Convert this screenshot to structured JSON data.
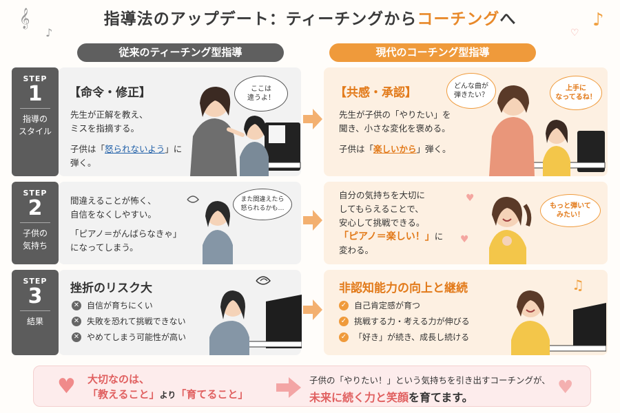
{
  "title": {
    "main": "指導法のアップデート：ティーチングから",
    "accent": "コーチング",
    "tail": "へ"
  },
  "columns": {
    "old": "従来のティーチング型指導",
    "new": "現代のコーチング型指導"
  },
  "steps": [
    {
      "word": "STEP",
      "num": "1",
      "label1": "指導の",
      "label2": "スタイル"
    },
    {
      "word": "STEP",
      "num": "2",
      "label1": "子供の",
      "label2": "気持ち"
    },
    {
      "word": "STEP",
      "num": "3",
      "label1": "結果",
      "label2": ""
    }
  ],
  "row1": {
    "old_head": "【命令・修正】",
    "old_line1": "先生が正解を教え、",
    "old_line2": "ミスを指摘する。",
    "old_line3a": "子供は「",
    "old_line3b": "怒られないよう",
    "old_line3c": "」に",
    "old_line4": "弾く。",
    "old_bubble1": "ここは",
    "old_bubble2": "違うよ！",
    "new_head": "【共感・承認】",
    "new_line1": "先生が子供の「やりたい」を",
    "new_line2": "聞き、小さな変化を褒める。",
    "new_line3a": "子供は「",
    "new_line3b": "楽しいから",
    "new_line3c": "」弾く。",
    "new_bubble1a": "どんな曲が",
    "new_bubble1b": "弾きたい？",
    "new_bubble2a": "上手に",
    "new_bubble2b": "なってるね！"
  },
  "row2": {
    "old_line1": "間違えることが怖く、",
    "old_line2": "自信をなくしやすい。",
    "old_line3": "「ピアノ＝がんばらなきゃ」",
    "old_line4": "になってしまう。",
    "old_bubble1": "また間違えたら",
    "old_bubble2": "怒られるかも…",
    "new_line1": "自分の気持ちを大切に",
    "new_line2": "してもらえることで、",
    "new_line3": "安心して挑戦できる。",
    "new_line4a": "「ピアノ＝楽しい！」",
    "new_line4b": "に",
    "new_line5": "変わる。",
    "new_bubble1": "もっと弾いて",
    "new_bubble2": "みたい！"
  },
  "row3": {
    "old_head": "挫折のリスク大",
    "old_items": [
      "自信が育ちにくい",
      "失敗を恐れて挑戦できない",
      "やめてしまう可能性が高い"
    ],
    "new_head": "非認知能力の向上と継続",
    "new_items": [
      "自己肯定感が育つ",
      "挑戦する力・考える力が伸びる",
      "「好き」が続き、成長し続ける"
    ]
  },
  "bottom": {
    "left1": "大切なのは、",
    "left2a": "「教えること」",
    "left2b": "より",
    "left2c": "「育てること」",
    "right1": "子供の「やりたい！」という気持ちを引き出すコーチングが、",
    "right2a": "未来に続く力と笑顔",
    "right2b": "を育てます。"
  },
  "colors": {
    "accent_orange": "#ef9a3b",
    "dark_gray": "#5c5c5c",
    "pink": "#e06060"
  }
}
